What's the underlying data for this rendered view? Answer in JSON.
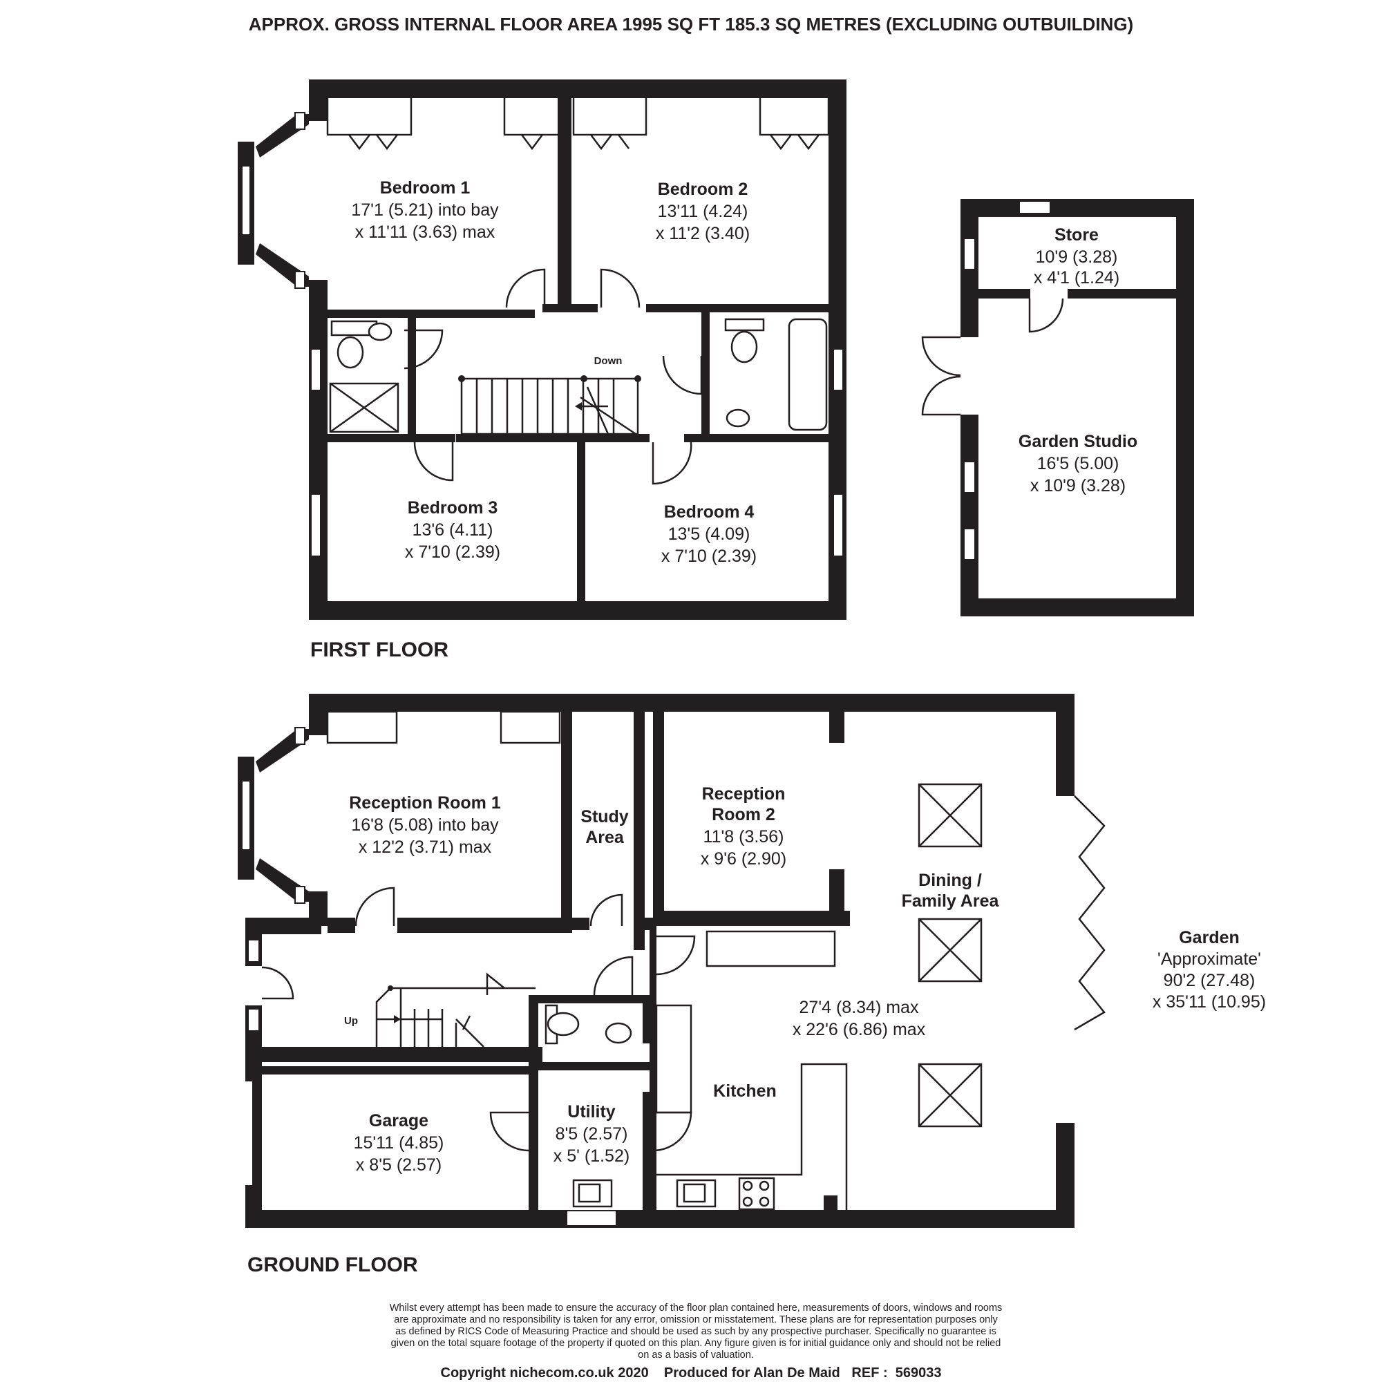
{
  "header": {
    "area_text": "APPROX. GROSS INTERNAL FLOOR AREA 1995 SQ FT 185.3 SQ METRES (EXCLUDING OUTBUILDING)"
  },
  "floors": {
    "first": "FIRST FLOOR",
    "ground": "GROUND FLOOR"
  },
  "rooms": {
    "bedroom1": {
      "name": "Bedroom 1",
      "dim1": "17'1 (5.21) into bay",
      "dim2": "x 11'11 (3.63) max"
    },
    "bedroom2": {
      "name": "Bedroom 2",
      "dim1": "13'11 (4.24)",
      "dim2": "x 11'2 (3.40)"
    },
    "bedroom3": {
      "name": "Bedroom 3",
      "dim1": "13'6 (4.11)",
      "dim2": "x 7'10 (2.39)"
    },
    "bedroom4": {
      "name": "Bedroom 4",
      "dim1": "13'5 (4.09)",
      "dim2": "x 7'10 (2.39)"
    },
    "store": {
      "name": "Store",
      "dim1": "10'9 (3.28)",
      "dim2": "x 4'1 (1.24)"
    },
    "studio": {
      "name": "Garden Studio",
      "dim1": "16'5 (5.00)",
      "dim2": "x 10'9 (3.28)"
    },
    "reception1": {
      "name": "Reception Room 1",
      "dim1": "16'8 (5.08) into bay",
      "dim2": "x 12'2 (3.71) max"
    },
    "study": {
      "line1": "Study",
      "line2": "Area"
    },
    "reception2": {
      "line1": "Reception",
      "line2": "Room 2",
      "dim1": "11'8 (3.56)",
      "dim2": "x 9'6 (2.90)"
    },
    "dining": {
      "line1": "Dining /",
      "line2": "Family Area",
      "dim1": "27'4 (8.34) max",
      "dim2": "x 22'6 (6.86) max"
    },
    "kitchen": {
      "name": "Kitchen"
    },
    "garage": {
      "name": "Garage",
      "dim1": "15'11 (4.85)",
      "dim2": "x 8'5 (2.57)"
    },
    "utility": {
      "name": "Utility",
      "dim1": "8'5 (2.57)",
      "dim2": "x 5' (1.52)"
    },
    "garden": {
      "name": "Garden",
      "note": "'Approximate'",
      "dim1": "90'2 (27.48)",
      "dim2": "x 35'11 (10.95)"
    }
  },
  "labels": {
    "down": "Down",
    "up": "Up"
  },
  "disclaimer": [
    "Whilst every attempt has been made to ensure the accuracy of the floor plan contained here, measurements of doors, windows and rooms",
    "are approximate and no responsibility is taken for any error, omission or misstatement. These plans are for representation purposes only",
    "as defined by RICS Code of Measuring Practice and should be used as such by any prospective purchaser.  Specifically no guarantee is",
    "given on the total square footage of the property if quoted on this plan. Any figure given is for initial guidance only and should not be relied",
    "on as a basis of valuation."
  ],
  "footer": {
    "copyright": "Copyright nichecom.co.uk 2020    Produced for Alan De Maid   REF :  569033"
  }
}
